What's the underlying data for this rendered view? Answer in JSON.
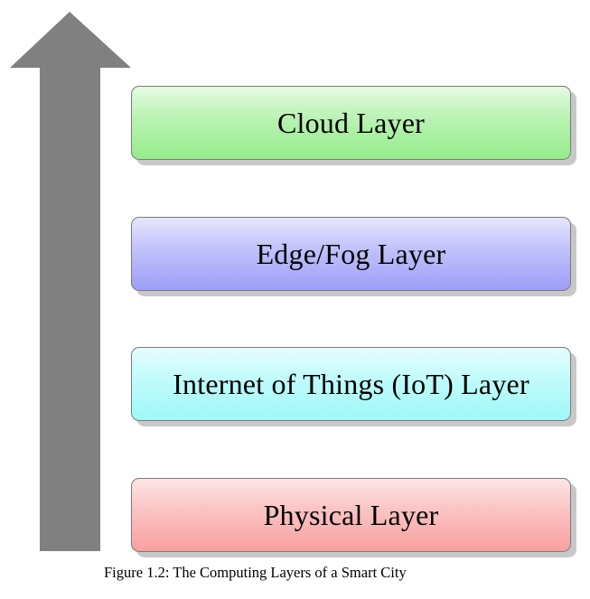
{
  "diagram": {
    "layers": [
      {
        "label": "Cloud Layer",
        "color": "#95ec8b"
      },
      {
        "label": "Edge/Fog Layer",
        "color": "#9e9ef8"
      },
      {
        "label": "Internet of Things (IoT) Layer",
        "color": "#9ff8f8"
      },
      {
        "label": "Physical Layer",
        "color": "#f8a0a0"
      }
    ],
    "arrow_color": "#808080",
    "arrow_direction": "up"
  },
  "caption": "Figure 1.2: The Computing Layers of a Smart City"
}
